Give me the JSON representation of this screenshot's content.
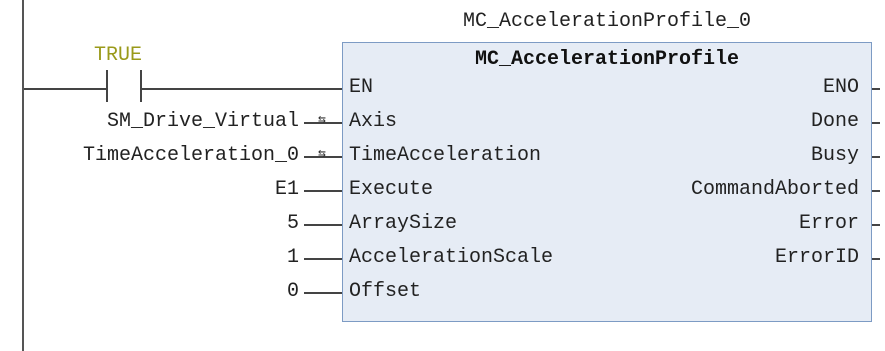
{
  "instance_name": "MC_AccelerationProfile_0",
  "block_type": "MC_AccelerationProfile",
  "contact": {
    "label": "TRUE"
  },
  "inputs": [
    {
      "pin": "EN",
      "value": ""
    },
    {
      "pin": "Axis",
      "value": "SM_Drive_Virtual",
      "in_out": true
    },
    {
      "pin": "TimeAcceleration",
      "value": "TimeAcceleration_0",
      "in_out": true
    },
    {
      "pin": "Execute",
      "value": "E1"
    },
    {
      "pin": "ArraySize",
      "value": "5"
    },
    {
      "pin": "AccelerationScale",
      "value": "1"
    },
    {
      "pin": "Offset",
      "value": "0"
    }
  ],
  "outputs": [
    "ENO",
    "Done",
    "Busy",
    "CommandAborted",
    "Error",
    "ErrorID"
  ],
  "colors": {
    "block_fill": "#e6ecf5",
    "block_border": "#7d9bc4",
    "contact_label": "#9a9a1a"
  }
}
